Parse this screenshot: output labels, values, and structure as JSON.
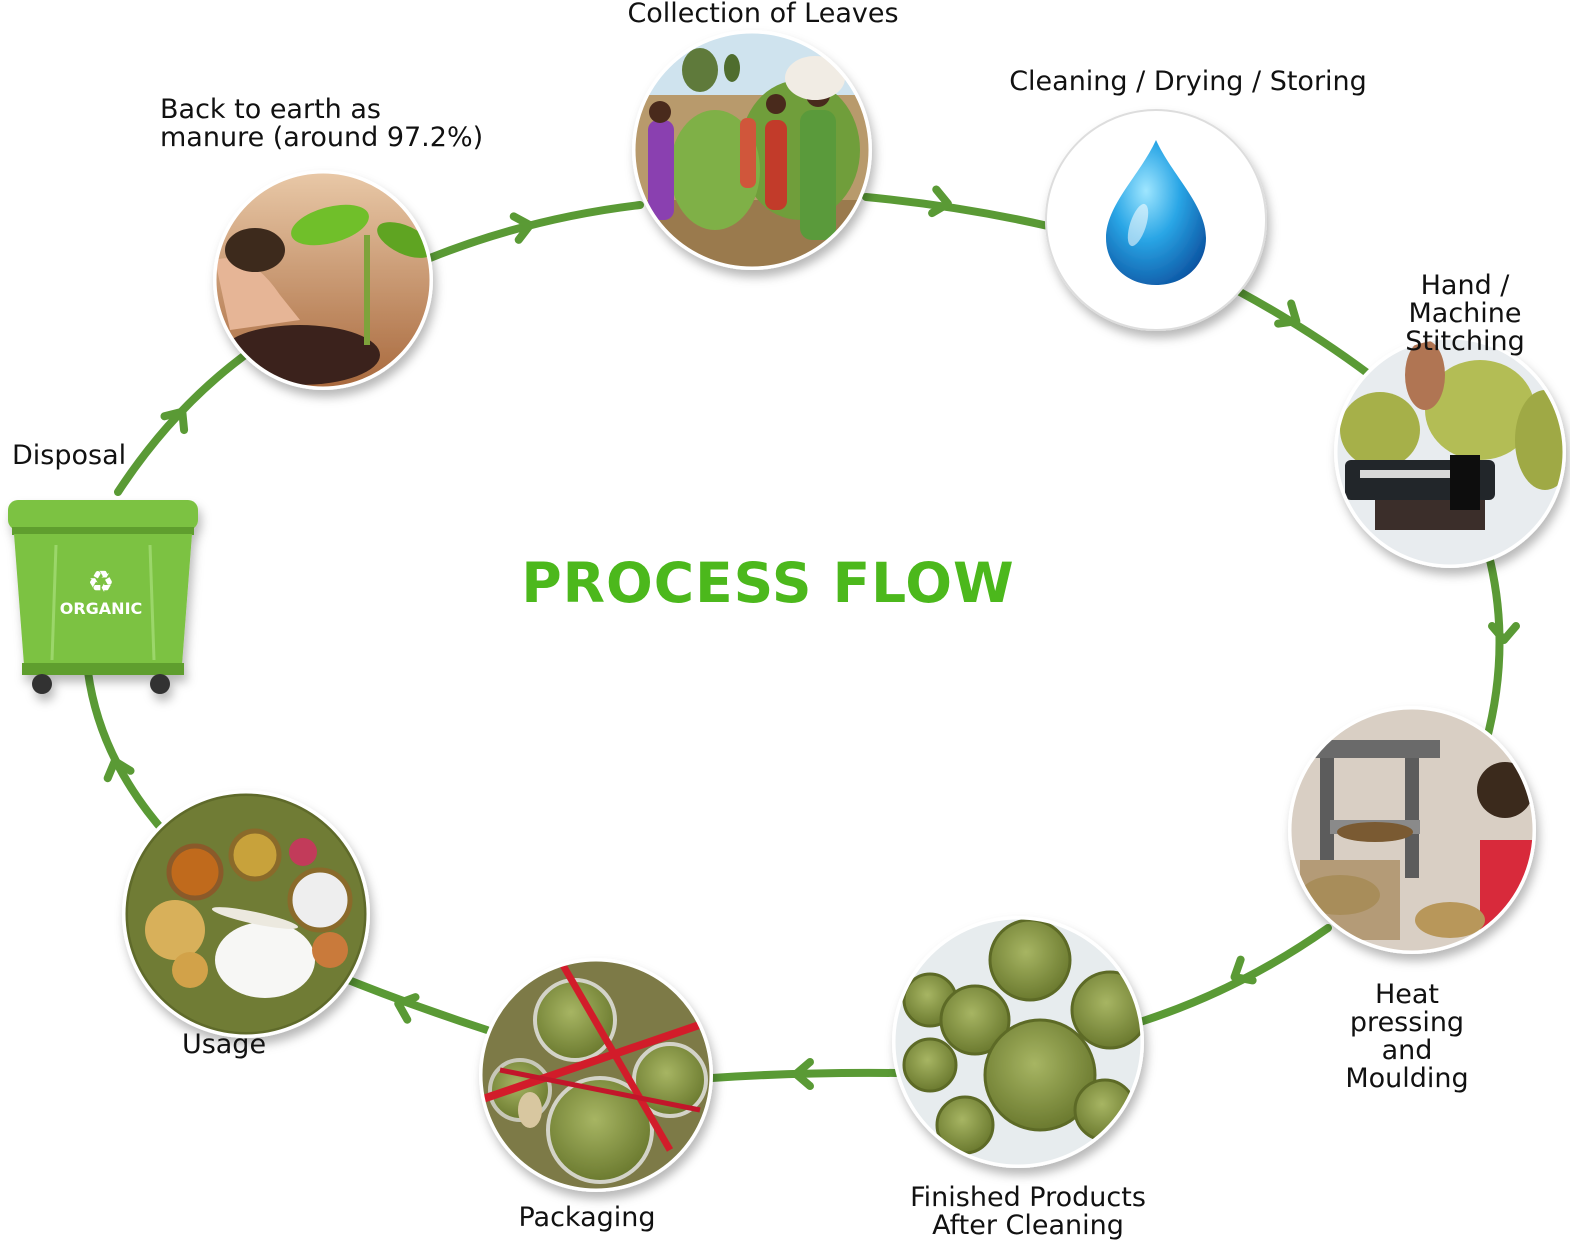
{
  "title": "PROCESS FLOW",
  "colors": {
    "loop": "#5a9a35",
    "title": "#4cb81c",
    "bin": "#7cc242",
    "bin_dark": "#5f9e2f",
    "circle_border": "#ffffff",
    "shadow": "#bbbbbb"
  },
  "steps": [
    {
      "id": "collection",
      "label": "Collection of Leaves",
      "image": "women-collecting-leaves-photo"
    },
    {
      "id": "cleaning",
      "label": "Cleaning / Drying / Storing",
      "image": "water-drop-icon"
    },
    {
      "id": "stitching",
      "label": "Hand / Machine\nStitching",
      "image": "leaf-stitching-machine-photo"
    },
    {
      "id": "heat",
      "label": "Heat pressing\nand Moulding",
      "image": "heat-press-machine-photo"
    },
    {
      "id": "finished",
      "label": "Finished Products\nAfter Cleaning",
      "image": "leaf-plates-photo"
    },
    {
      "id": "packaging",
      "label": "Packaging",
      "image": "packaged-plates-with-ribbon-photo"
    },
    {
      "id": "usage",
      "label": "Usage",
      "image": "meal-on-leaf-plate-photo"
    },
    {
      "id": "disposal",
      "label": "Disposal",
      "image": "organic-waste-bin-icon",
      "bin_text": "ORGANIC"
    },
    {
      "id": "earth",
      "label": "Back to earth as\nmanure (around 97.2%)",
      "image": "seedling-in-soil-photo"
    }
  ]
}
